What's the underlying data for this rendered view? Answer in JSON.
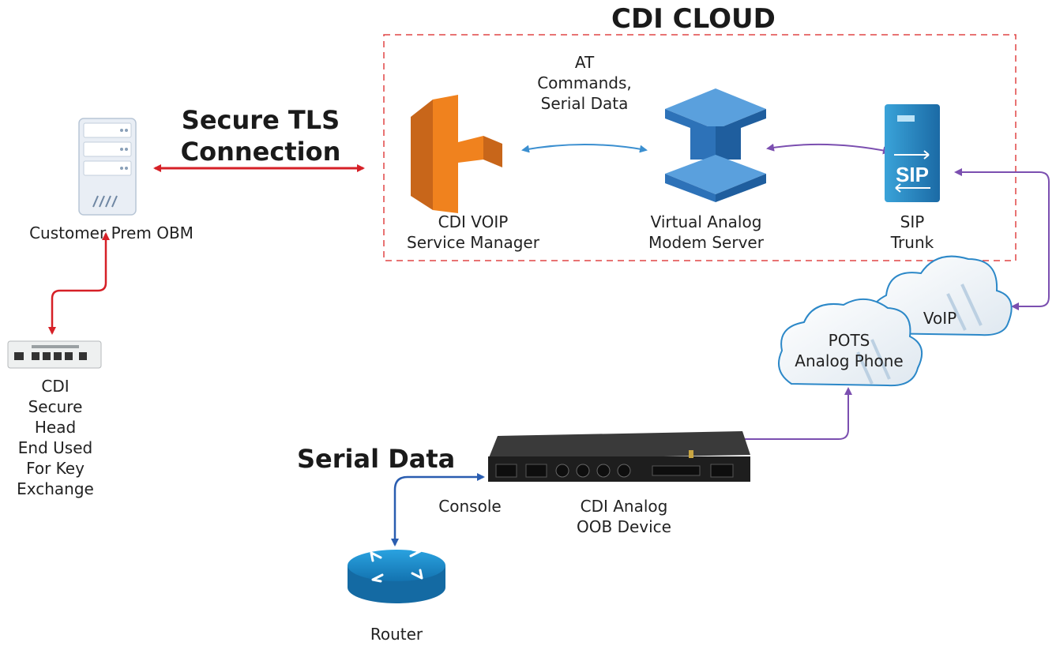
{
  "title": "CDI CLOUD",
  "tls_label": [
    "Secure TLS",
    "Connection"
  ],
  "serial_data_title": "Serial Data",
  "at_label": [
    "AT",
    "Commands,",
    "Serial Data"
  ],
  "nodes": {
    "obm": "Customer Prem OBM",
    "head_end": [
      "CDI",
      "Secure",
      "Head",
      "End Used",
      "For Key",
      "Exchange"
    ],
    "voip_manager": [
      "CDI VOIP",
      "Service Manager"
    ],
    "modem_server": [
      "Virtual Analog",
      "Modem Server"
    ],
    "sip_trunk": [
      "SIP",
      "Trunk"
    ],
    "sip_icon_text": "SIP",
    "voip_cloud": "VoIP",
    "pots_cloud": [
      "POTS",
      "Analog Phone"
    ],
    "oob_device": [
      "CDI Analog",
      "OOB Device"
    ],
    "console": "Console",
    "router": "Router"
  },
  "colors": {
    "tls_arrow": "#d62027",
    "at_arrow": "#3b8fd0",
    "purple_arrow": "#7b4fb0",
    "console_arrow": "#2a5db0",
    "cloud_border": "#e04545",
    "aws_orange": "#f0821e",
    "aws_blue": "#2d72b8",
    "router_blue": "#1f8ccc"
  }
}
